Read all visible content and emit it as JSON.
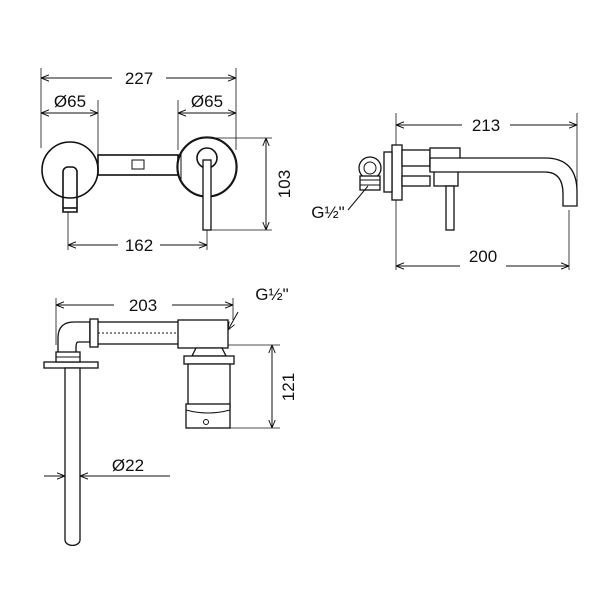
{
  "front_view": {
    "overall_width": "227",
    "rosette_left_diameter": "Ø65",
    "rosette_right_diameter": "Ø65",
    "height": "103",
    "spout_to_lever": "162"
  },
  "side_view": {
    "depth": "213",
    "projection": "200",
    "thread": "G½\""
  },
  "top_view": {
    "length": "203",
    "thread": "G½\"",
    "height": "121",
    "spout_diameter": "Ø22"
  }
}
